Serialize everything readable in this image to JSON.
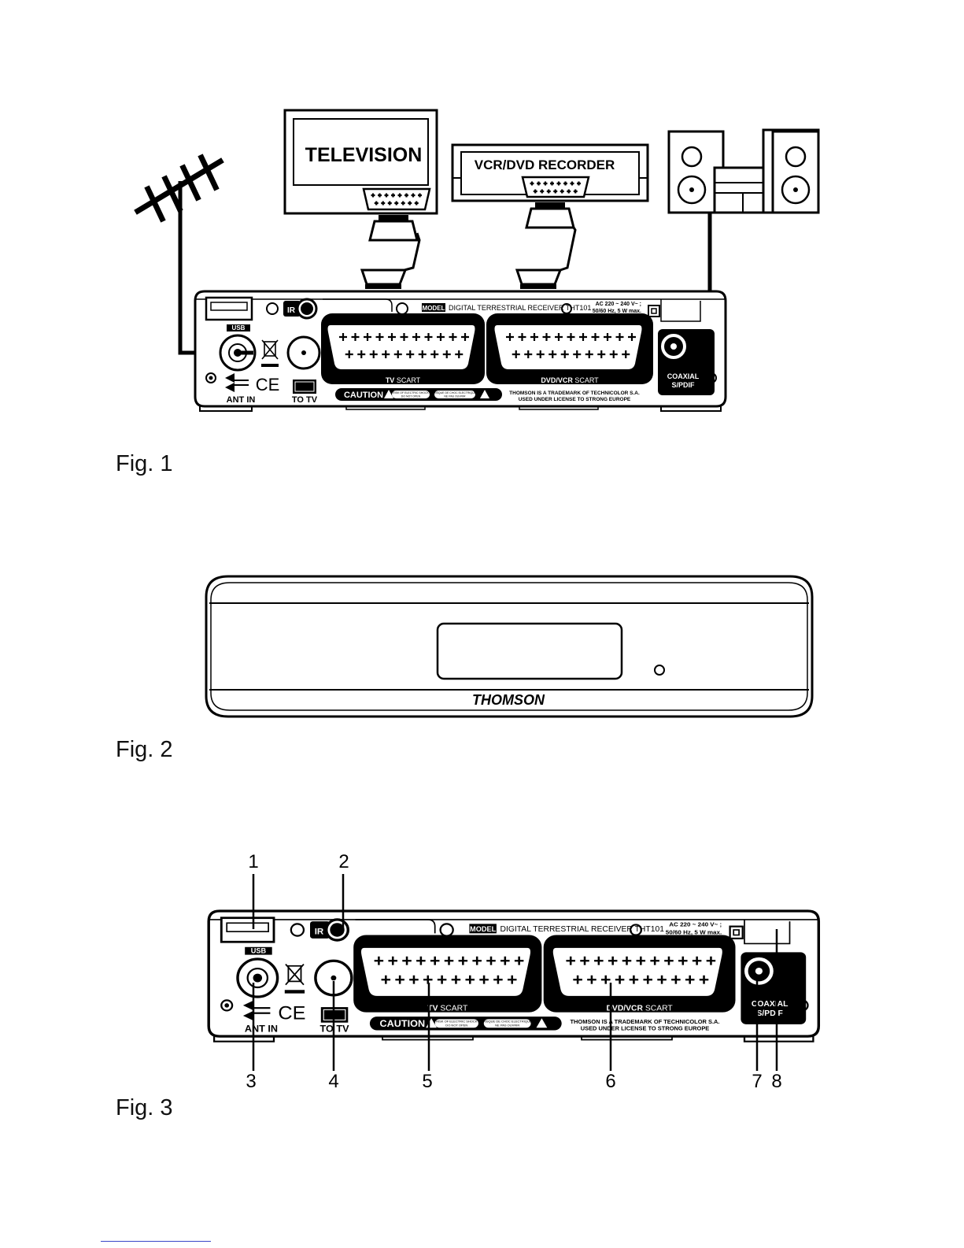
{
  "devices": {
    "television": "TELEVISION",
    "recorder": "VCR/DVD RECORDER"
  },
  "panel": {
    "ir": "IR",
    "usb": "USB",
    "model_tag": "MODEL",
    "model_text": "DIGITAL TERRESTRIAL RECEIVER THT101",
    "power_line1": "AC 220 ~ 240 V~ ;",
    "power_line2": "50/60 Hz, 5 W max.",
    "tv_scart_bold": "TV",
    "tv_scart_rest": " SCART",
    "dvd_scart_bold": "DVD/VCR",
    "dvd_scart_rest": " SCART",
    "coaxial_line1": "COAXIAL",
    "coaxial_line2": "S/PDIF",
    "caution": "CAUTION",
    "warn1_line1": "RISK OF ELECTRIC SHOCK",
    "warn1_line2": "DO NOT OPEN",
    "warn2_line1": "RISQUE DE CHOC ELECTRIQUE",
    "warn2_line2": "NE PAS OUVRIR",
    "trademark_line1": "THOMSON IS A TRADEMARK OF TECHNICOLOR S.A.",
    "trademark_line2": "USED UNDER LICENSE TO STRONG EUROPE",
    "ant_in": "ANT IN",
    "to_tv": "TO TV",
    "ce": "CE"
  },
  "front": {
    "brand": "THOMSON"
  },
  "callouts": [
    "1",
    "2",
    "3",
    "4",
    "5",
    "6",
    "7",
    "8"
  ],
  "captions": {
    "fig1": "Fig. 1",
    "fig2": "Fig. 2",
    "fig3": "Fig. 3"
  }
}
